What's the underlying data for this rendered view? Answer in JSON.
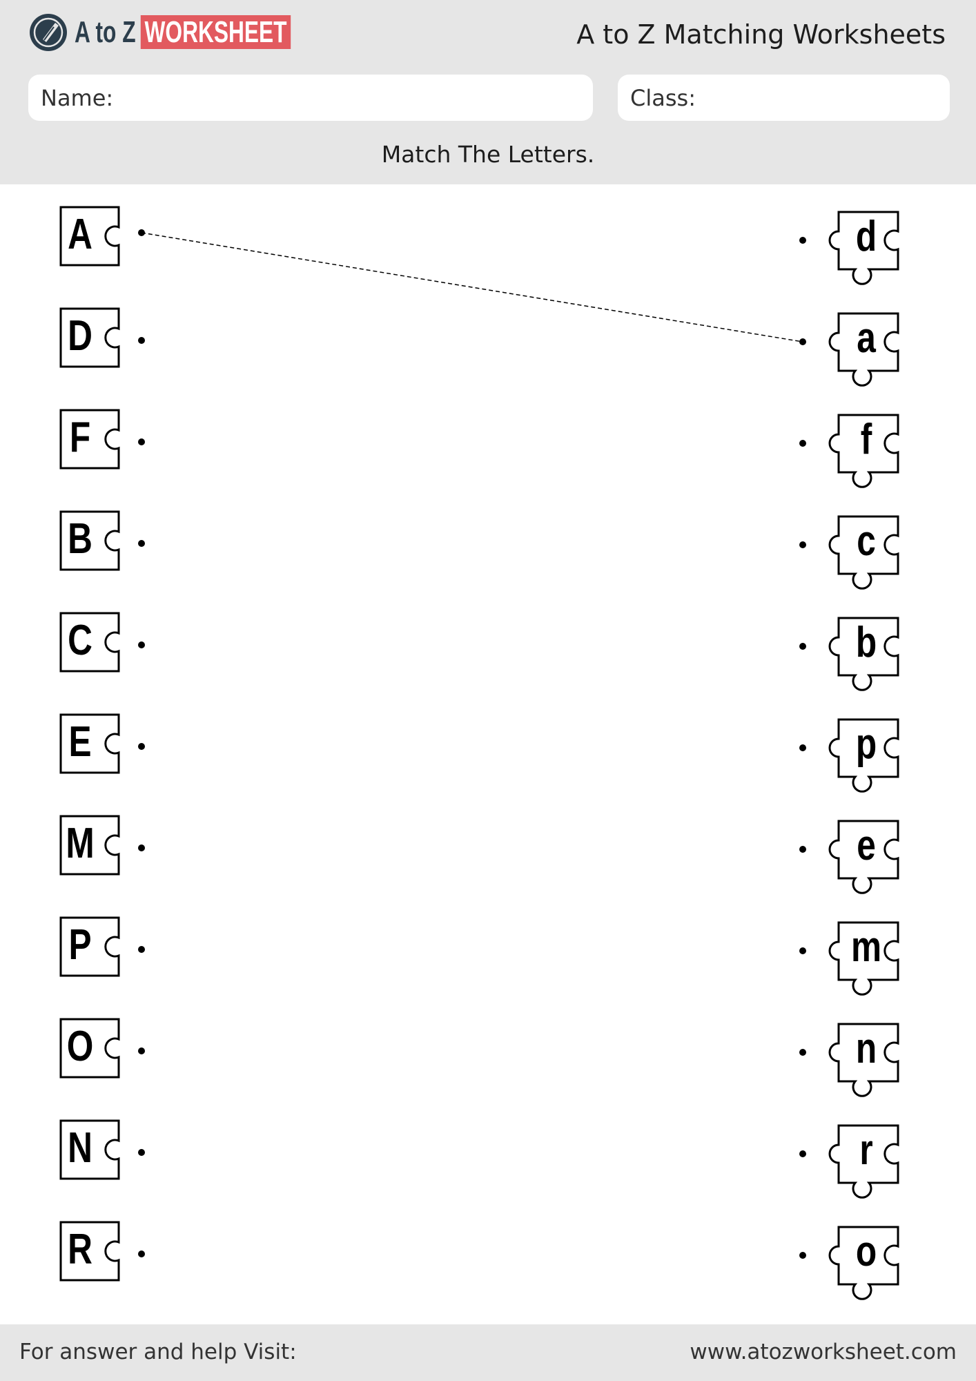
{
  "header": {
    "logo_text": "A to Z",
    "logo_tag": "WORKSHEET",
    "title": "A to Z Matching Worksheets"
  },
  "fields": {
    "name": "Name:",
    "class": "Class:"
  },
  "instruction": "Match The Letters.",
  "left_letters": [
    "A",
    "D",
    "F",
    "B",
    "C",
    "E",
    "M",
    "P",
    "O",
    "N",
    "R"
  ],
  "right_letters": [
    "d",
    "a",
    "f",
    "c",
    "b",
    "p",
    "e",
    "m",
    "n",
    "r",
    "o"
  ],
  "example_match": {
    "from_row": 0,
    "to_row": 1
  },
  "footer": {
    "left": "For answer and help Visit:",
    "right": "www.atozworksheet.com"
  }
}
